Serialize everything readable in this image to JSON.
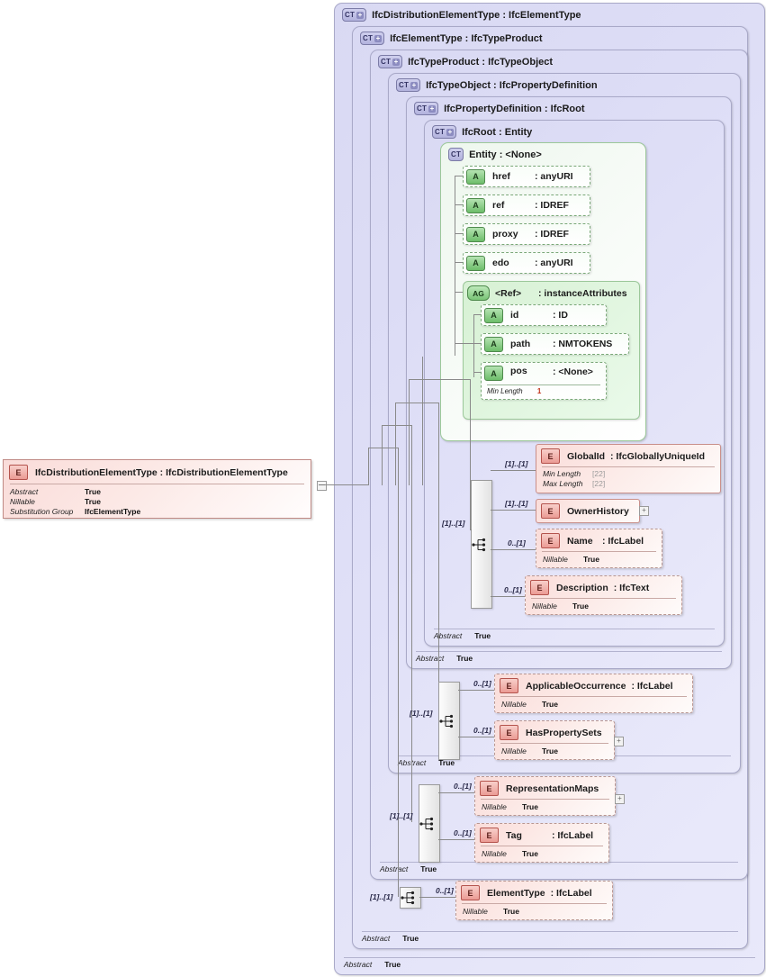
{
  "diagram": {
    "title": "IfcDistributionElementType XSD schema diagram",
    "colors": {
      "complex_type_fill": "#dcdcf5",
      "element_fill": "#fbe6e4",
      "attribute_fill": "#d8f2d6",
      "facet_value": "#c03018",
      "connector": "#8a8a8a"
    }
  },
  "complex_types": [
    {
      "tag": "CT",
      "expand": "+",
      "title": "IfcDistributionElementType : IfcElementType",
      "footer_key": "Abstract",
      "footer_value": "True"
    },
    {
      "tag": "CT",
      "expand": "+",
      "title": "IfcElementType : IfcTypeProduct",
      "footer_key": "Abstract",
      "footer_value": "True"
    },
    {
      "tag": "CT",
      "expand": "+",
      "title": "IfcTypeProduct : IfcTypeObject",
      "footer_key": "Abstract",
      "footer_value": "True"
    },
    {
      "tag": "CT",
      "expand": "+",
      "title": "IfcTypeObject : IfcPropertyDefinition",
      "footer_key": "Abstract",
      "footer_value": "True"
    },
    {
      "tag": "CT",
      "expand": "+",
      "title": "IfcPropertyDefinition : IfcRoot",
      "footer_key": "Abstract",
      "footer_value": "True"
    },
    {
      "tag": "CT",
      "expand": "+",
      "title": "IfcRoot  : Entity",
      "footer_key": "Abstract",
      "footer_value": "True"
    },
    {
      "tag": "CT",
      "expand": "",
      "title": "Entity   : <None>",
      "footer_key": "",
      "footer_value": ""
    }
  ],
  "attributes": [
    {
      "tag": "A",
      "name": "href",
      "type": ": anyURI"
    },
    {
      "tag": "A",
      "name": "ref",
      "type": ": IDREF"
    },
    {
      "tag": "A",
      "name": "proxy",
      "type": ": IDREF"
    },
    {
      "tag": "A",
      "name": "edo",
      "type": ": anyURI"
    }
  ],
  "attribute_group": {
    "tag": "AG",
    "name": "<Ref>",
    "type": ": instanceAttributes",
    "members": [
      {
        "tag": "A",
        "name": "id",
        "type": ": ID",
        "facet_key": "",
        "facet_value": ""
      },
      {
        "tag": "A",
        "name": "path",
        "type": ": NMTOKENS",
        "facet_key": "",
        "facet_value": ""
      },
      {
        "tag": "A",
        "name": "pos",
        "type": ": <None>",
        "facet_key": "Min Length",
        "facet_value": "1"
      }
    ]
  },
  "root_element": {
    "tag": "E",
    "title": "IfcDistributionElementType : IfcDistributionElementType",
    "properties": [
      {
        "key": "Abstract",
        "value": "True"
      },
      {
        "key": "Nillable",
        "value": "True"
      },
      {
        "key": "Substitution Group",
        "value": "IfcElementType"
      }
    ]
  },
  "groups": [
    {
      "name": "ifcroot-sequence",
      "cardinality": "[1]..[1]",
      "elements": [
        {
          "tag": "E",
          "cardinality": "[1]..[1]",
          "name": "GlobalId",
          "type": ": IfcGloballyUniqueId",
          "dashed": false,
          "expand": "",
          "properties": [
            {
              "key": "Min Length",
              "value": "[22]",
              "dim": true
            },
            {
              "key": "Max Length",
              "value": "[22]",
              "dim": true
            }
          ]
        },
        {
          "tag": "E",
          "cardinality": "[1]..[1]",
          "name": "OwnerHistory",
          "type": "",
          "dashed": false,
          "expand": "+",
          "properties": []
        },
        {
          "tag": "E",
          "cardinality": "0..[1]",
          "name": "Name",
          "type": ": IfcLabel",
          "dashed": true,
          "expand": "",
          "properties": [
            {
              "key": "Nillable",
              "value": "True",
              "dim": false
            }
          ]
        },
        {
          "tag": "E",
          "cardinality": "0..[1]",
          "name": "Description",
          "type": ": IfcText",
          "dashed": true,
          "expand": "",
          "properties": [
            {
              "key": "Nillable",
              "value": "True",
              "dim": false
            }
          ]
        }
      ]
    },
    {
      "name": "ifctypeobject-sequence",
      "cardinality": "[1]..[1]",
      "elements": [
        {
          "tag": "E",
          "cardinality": "0..[1]",
          "name": "ApplicableOccurrence",
          "type": ": IfcLabel",
          "dashed": true,
          "expand": "",
          "properties": [
            {
              "key": "Nillable",
              "value": "True",
              "dim": false
            }
          ]
        },
        {
          "tag": "E",
          "cardinality": "0..[1]",
          "name": "HasPropertySets",
          "type": "",
          "dashed": true,
          "expand": "+",
          "properties": [
            {
              "key": "Nillable",
              "value": "True",
              "dim": false
            }
          ]
        }
      ]
    },
    {
      "name": "ifctypeproduct-sequence",
      "cardinality": "[1]..[1]",
      "elements": [
        {
          "tag": "E",
          "cardinality": "0..[1]",
          "name": "RepresentationMaps",
          "type": "",
          "dashed": true,
          "expand": "+",
          "properties": [
            {
              "key": "Nillable",
              "value": "True",
              "dim": false
            }
          ]
        },
        {
          "tag": "E",
          "cardinality": "0..[1]",
          "name": "Tag",
          "type": ": IfcLabel",
          "dashed": true,
          "expand": "",
          "properties": [
            {
              "key": "Nillable",
              "value": "True",
              "dim": false
            }
          ]
        }
      ]
    },
    {
      "name": "ifcelementtype-sequence",
      "cardinality": "[1]..[1]",
      "elements": [
        {
          "tag": "E",
          "cardinality": "0..[1]",
          "name": "ElementType",
          "type": ": IfcLabel",
          "dashed": true,
          "expand": "",
          "properties": [
            {
              "key": "Nillable",
              "value": "True",
              "dim": false
            }
          ]
        }
      ]
    }
  ]
}
